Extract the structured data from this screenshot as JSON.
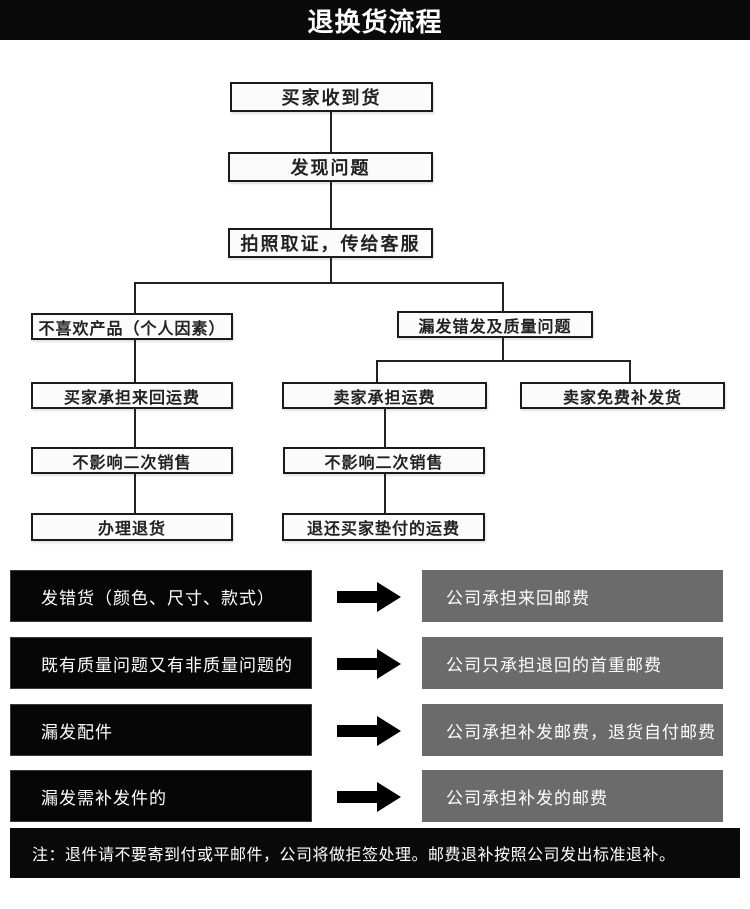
{
  "banner": {
    "title": "退换货流程"
  },
  "flow": {
    "step1": "买家收到货",
    "step2": "发现问题",
    "step3": "拍照取证，传给客服",
    "left_branch": {
      "reason": "不喜欢产品（个人因素）",
      "step1": "买家承担来回运费",
      "step2": "不影响二次销售",
      "step3": "办理退货"
    },
    "right_branch": {
      "reason": "漏发错发及质量问题",
      "sub_left": {
        "step1": "卖家承担运费",
        "step2": "不影响二次销售",
        "step3": "退还买家垫付的运费"
      },
      "sub_right": {
        "step1": "卖家免费补发货"
      }
    }
  },
  "policy_rows": [
    {
      "case": "发错货（颜色、尺寸、款式）",
      "result": "公司承担来回邮费"
    },
    {
      "case": "既有质量问题又有非质量问题的",
      "result": "公司只承担退回的首重邮费"
    },
    {
      "case": "漏发配件",
      "result": "公司承担补发邮费，退货自付邮费"
    },
    {
      "case": "漏发需补发件的",
      "result": "公司承担补发的邮费"
    }
  ],
  "note": "注：退件请不要寄到付或平邮件，公司将做拒签处理。邮费退补按照公司发出标准退补。",
  "colors": {
    "banner_bg": "#0a0a0a",
    "case_bg": "#060606",
    "result_bg": "#6b6b6b",
    "arrow": "#000000",
    "box_border": "#1a1a1a"
  }
}
